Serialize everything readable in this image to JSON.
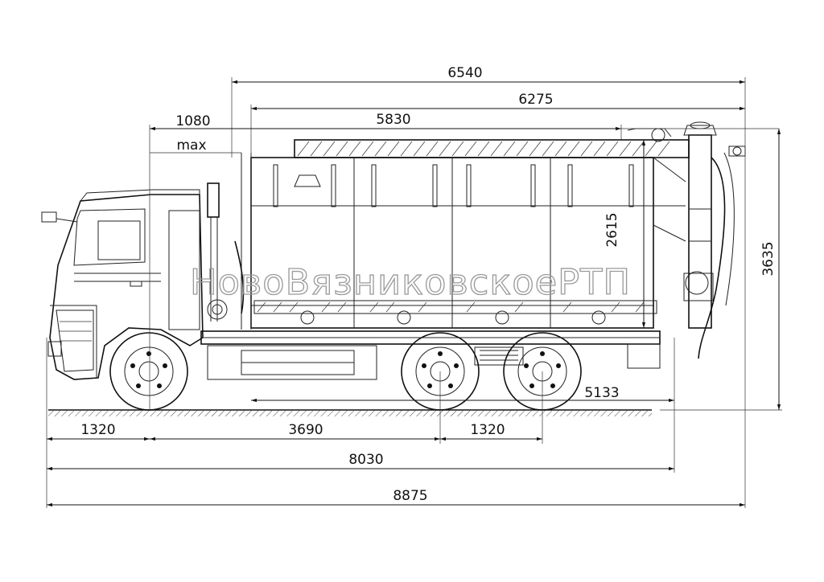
{
  "dimensions": {
    "d6540": "6540",
    "d6275": "6275",
    "d5830": "5830",
    "d1080": "1080",
    "max": "max",
    "d2615": "2615",
    "d3635": "3635",
    "d5133": "5133",
    "d1320_front": "1320",
    "d3690": "3690",
    "d1320_rear": "1320",
    "d8030": "8030",
    "d8875": "8875"
  },
  "watermark": "НовоВязниковскоеРТП"
}
